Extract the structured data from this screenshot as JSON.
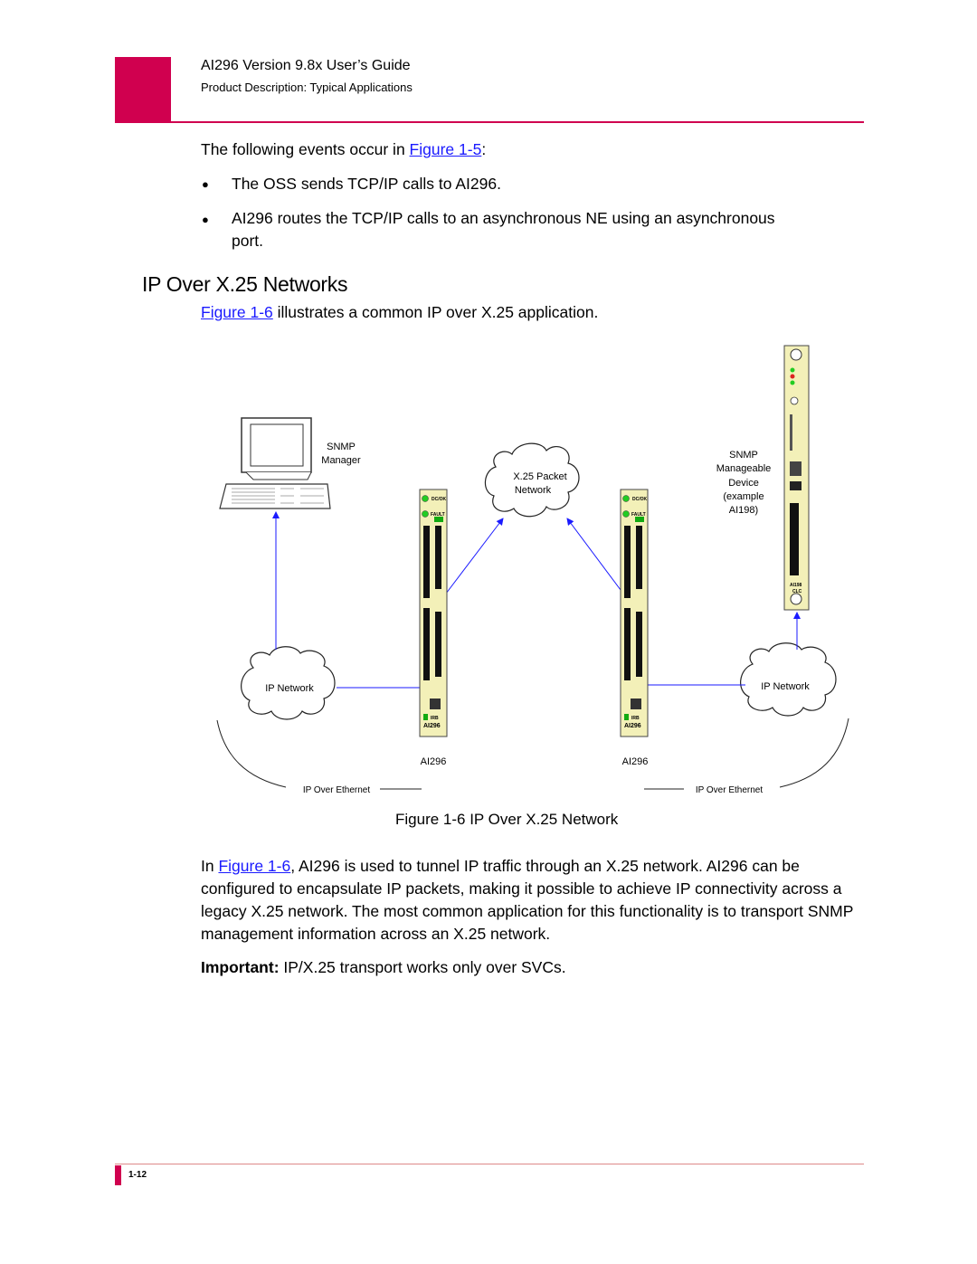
{
  "header": {
    "title": "AI296 Version 9.8x User’s Guide",
    "subtitle": "Product Description: Typical Applications"
  },
  "intro": {
    "text_before_link": "The following events occur in ",
    "link": "Figure 1-5",
    "text_after_link": ":"
  },
  "bullets": [
    "The OSS sends TCP/IP calls to AI296.",
    "AI296 routes the TCP/IP calls to an asynchronous NE using an asynchronous",
    "port."
  ],
  "section": {
    "heading": "IP Over X.25 Networks",
    "intro_link": "Figure 1-6",
    "intro_rest": " illustrates a common IP over X.25 application."
  },
  "figure": {
    "snmp_manager": [
      "SNMP",
      "Manager"
    ],
    "x25_cloud": [
      "X.25 Packet",
      "Network"
    ],
    "snmp_device": [
      "SNMP",
      "Manageable",
      "Device",
      "(example",
      "AI198)"
    ],
    "ip_network_left": "IP Network",
    "ip_network_right": "IP Network",
    "ai296_left": "AI296",
    "ai296_right": "AI296",
    "ip_over_ethernet_left": "IP Over Ethernet",
    "ip_over_ethernet_right": "IP Over Ethernet",
    "module_dc_ok": "DC/OK",
    "module_fault": "FAULT",
    "module_irb": "IRB",
    "module_name": "AI296",
    "clc_name": "AI198",
    "clc_sub": "CLC",
    "caption": "Figure 1-6   IP Over X.25 Network"
  },
  "body": {
    "in": "In ",
    "link": "Figure 1-6",
    "rest": ", AI296 is used to tunnel IP traffic through an X.25 network. AI296 can be configured to encapsulate IP packets, making it possible to achieve IP connectivity across a legacy X.25 network. The most common application for this functionality is to transport SNMP management information across an X.25 network."
  },
  "important": {
    "label": "Important:",
    "text": "  IP/X.25 transport works only over SVCs."
  },
  "footer": {
    "page": "1-12"
  },
  "colors": {
    "accent": "#d0004f",
    "link": "#1a1aff",
    "connector": "#1a1aff",
    "module": "#f3f0b8"
  }
}
